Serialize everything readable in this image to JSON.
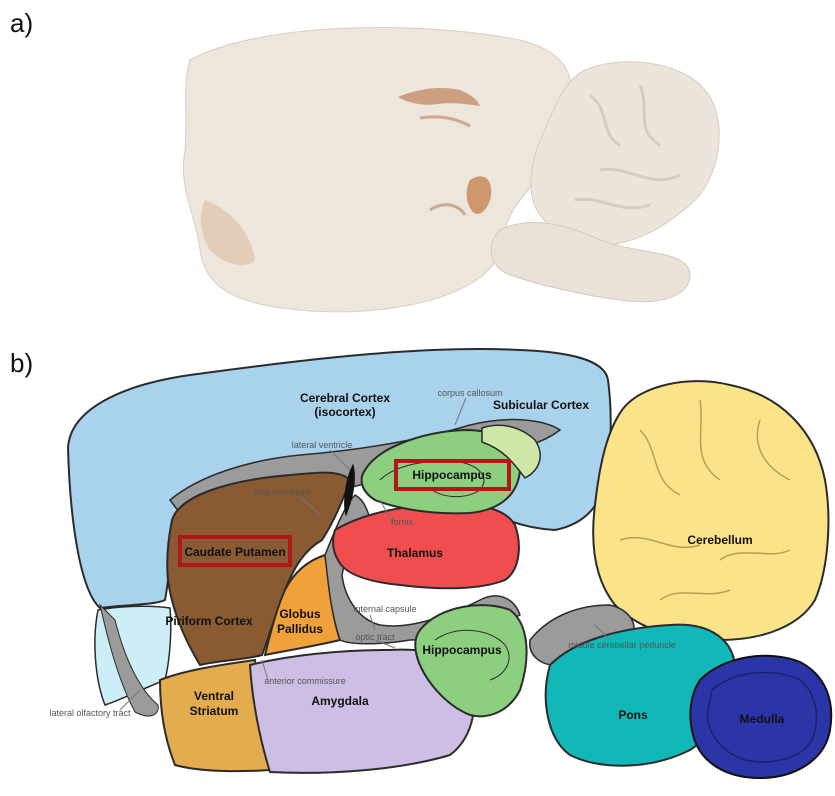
{
  "panels": {
    "a": {
      "letter": "a)"
    },
    "b": {
      "letter": "b)"
    }
  },
  "regions": {
    "cerebral_cortex_line1": "Cerebral Cortex",
    "cerebral_cortex_line2": "(isocortex)",
    "subicular_cortex": "Subicular Cortex",
    "hippocampus_upper": "Hippocampus",
    "caudate_putamen": "Caudate Putamen",
    "thalamus": "Thalamus",
    "cerebellum": "Cerebellum",
    "piriform_cortex": "Piriform Cortex",
    "globus_pallidus_line1": "Globus",
    "globus_pallidus_line2": "Pallidus",
    "hippocampus_lower": "Hippocampus",
    "ventral_striatum_line1": "Ventral",
    "ventral_striatum_line2": "Striatum",
    "amygdala": "Amygdala",
    "pons": "Pons",
    "medulla": "Medulla"
  },
  "annotations": {
    "corpus_callosum": "corpus callosum",
    "lateral_ventricle": "lateral ventricle",
    "stria_terminalis": "stria terminalis",
    "fornix": "fornix",
    "internal_capsule": "internal capsule",
    "optic_tract": "optic tract",
    "anterior_commissure": "anterior commissure",
    "lateral_olfactory_tract": "lateral olfactory tract",
    "middle_cerebellar_peduncle": "middle cerebellar peduncle"
  },
  "colors": {
    "cortex": "#a9d3ec",
    "caudate": "#8a5a33",
    "thalamus": "#f04e4e",
    "hippocampus": "#8ccf7e",
    "cerebellum": "#fbe38a",
    "globus": "#f0a13a",
    "amygdala": "#cdbfe4",
    "ventral_striatum": "#e3ac4f",
    "piriform": "#cdeef6",
    "pons": "#12b8b8",
    "medulla": "#2a35a8",
    "white_matter": "#9b9b9b",
    "highlight_box": "#b01818",
    "tissue": "#ece6dd"
  }
}
